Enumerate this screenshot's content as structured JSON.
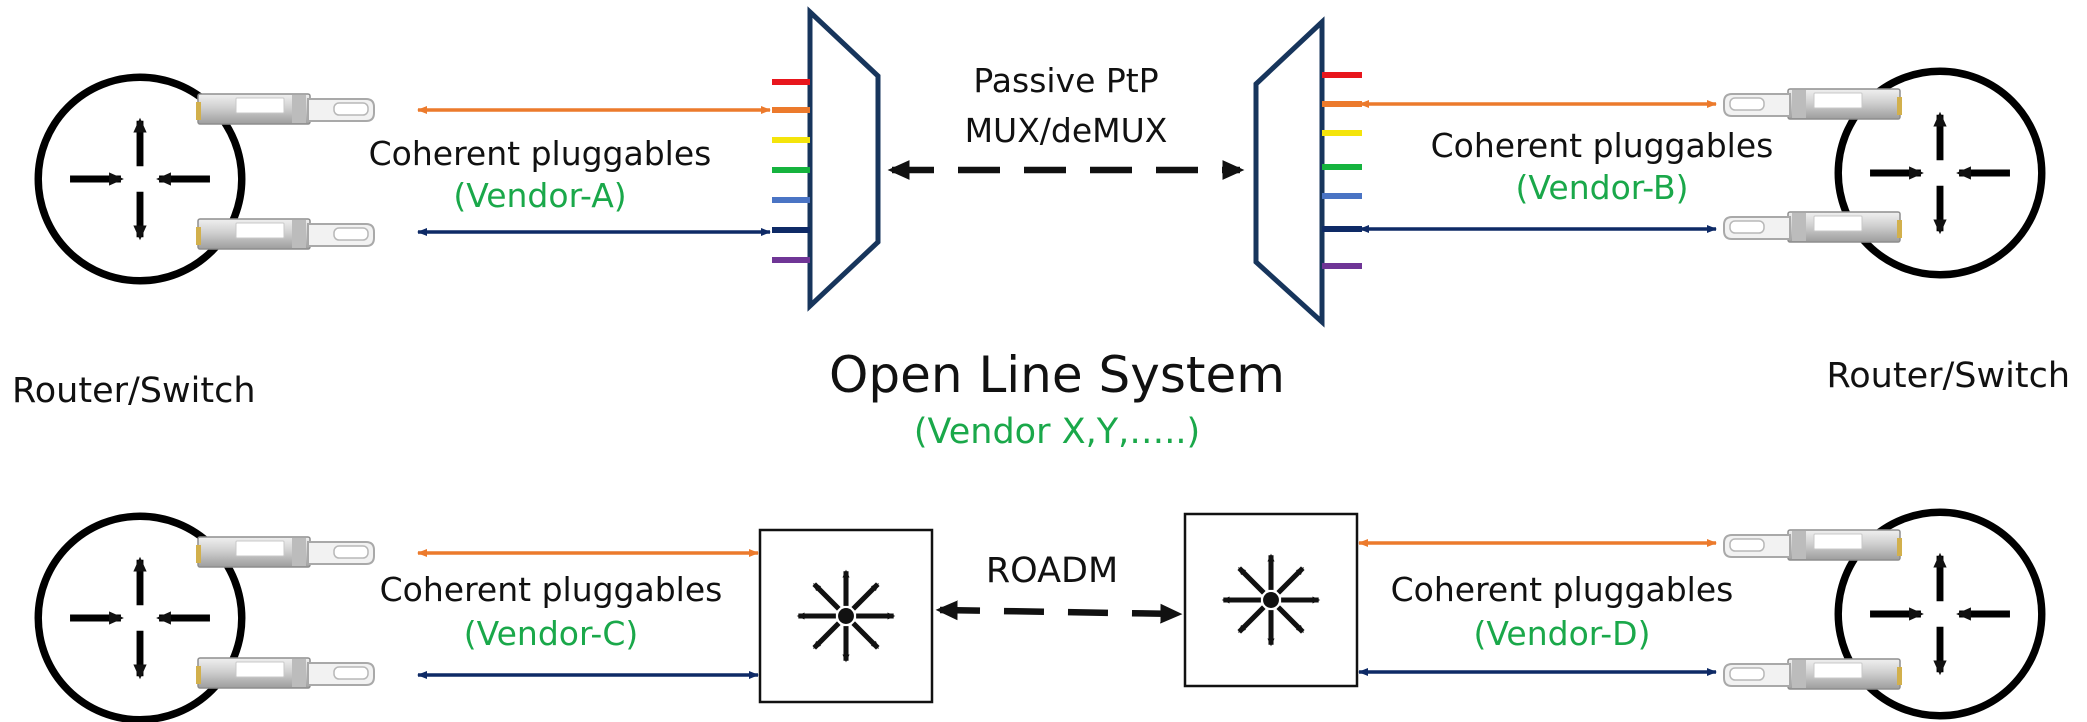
{
  "colors": {
    "green_text": "#1aa84a",
    "orange_link": "#ec7a2c",
    "navy_link": "#0e2a66",
    "outline_navy": "#17355c",
    "channel_colors": [
      "#e8161d",
      "#ec7a2c",
      "#f4e40b",
      "#15b33e",
      "#4a74c4",
      "#0e2a66",
      "#6f3596"
    ]
  },
  "top": {
    "left_router_label": "Router/Switch",
    "right_router_label": "Router/Switch",
    "left_pluggables": {
      "title": "Coherent pluggables",
      "vendor": "(Vendor-A)"
    },
    "right_pluggables": {
      "title": "Coherent pluggables",
      "vendor": "(Vendor-B)"
    },
    "mux_label_line1": "Passive PtP",
    "mux_label_line2": "MUX/deMUX",
    "ols_title": "Open Line System",
    "ols_vendor": "(Vendor X,Y,…..)"
  },
  "bottom": {
    "left_pluggables": {
      "title": "Coherent pluggables",
      "vendor": "(Vendor-C)"
    },
    "right_pluggables": {
      "title": "Coherent pluggables",
      "vendor": "(Vendor-D)"
    },
    "roadm_label": "ROADM"
  },
  "icons": {
    "router": "router-arrows-icon",
    "roadm": "roadm-switch-icon",
    "mux": "mux-trapezoid-icon",
    "transceiver": "qsfp-module-icon"
  }
}
